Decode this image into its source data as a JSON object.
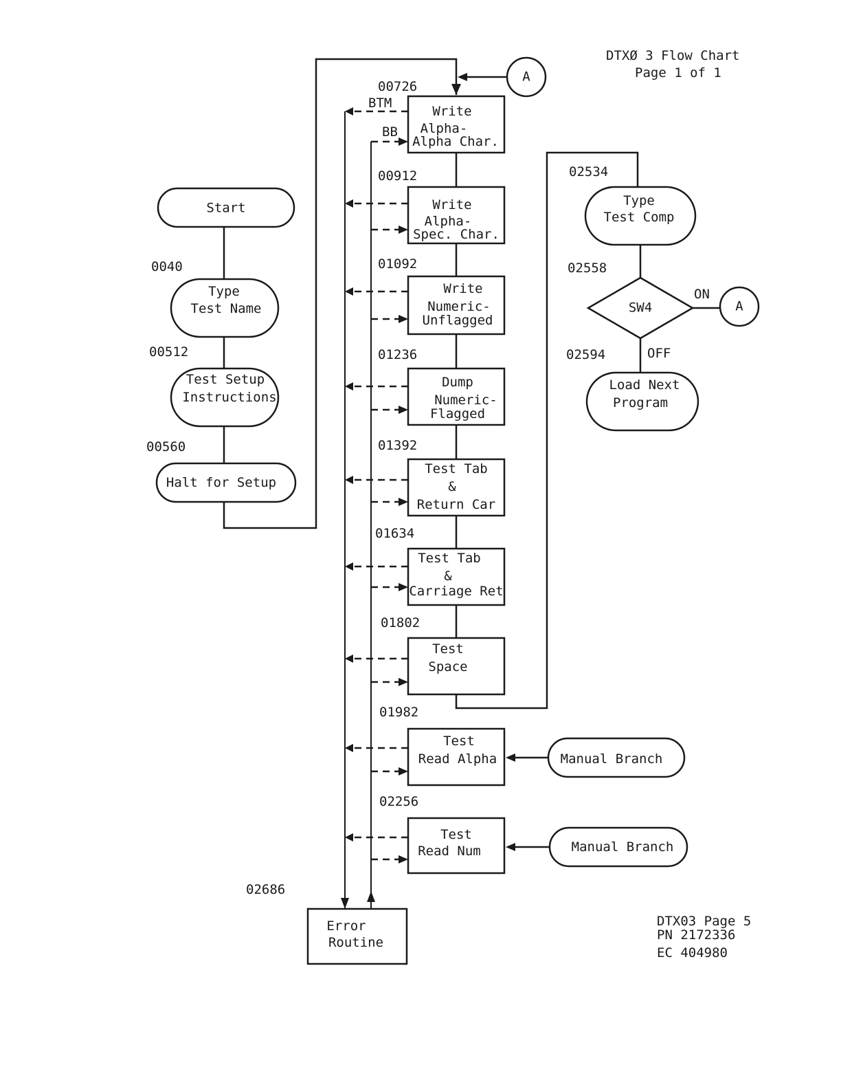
{
  "header": {
    "title": "DTXØ 3  Flow Chart",
    "page": "Page 1 of 1"
  },
  "footer": {
    "line1": "DTX03  Page 5",
    "line2": "PN 2172336",
    "line3": "EC 404980"
  },
  "left_column": {
    "start": "Start",
    "type_test_name": {
      "address": "0040",
      "line1": "Type",
      "line2": "Test Name"
    },
    "test_setup": {
      "address": "00512",
      "line1": "Test Setup",
      "line2": "Instructions"
    },
    "halt_setup": {
      "address": "00560",
      "label": "Halt for Setup"
    }
  },
  "main_column": {
    "write_alpha_alpha": {
      "address": "00726",
      "line1": "Write",
      "line2": "Alpha-",
      "line3": "Alpha Char.",
      "btm_label": "BTM",
      "bb_label": "BB"
    },
    "write_alpha_spec": {
      "address": "00912",
      "line1": "Write",
      "line2": "Alpha-",
      "line3": "Spec. Char."
    },
    "write_numeric_unflagged": {
      "address": "01092",
      "line1": "Write",
      "line2": "Numeric-",
      "line3": "Unflagged"
    },
    "dump_numeric_flagged": {
      "address": "01236",
      "line1": "Dump",
      "line2": "Numeric-",
      "line3": "Flagged"
    },
    "test_tab_return": {
      "address": "01392",
      "line1": "Test Tab",
      "line2": "&",
      "line3": "Return Car"
    },
    "test_tab_carriage": {
      "address": "01634",
      "line1": "Test Tab",
      "line2": "&",
      "line3": "Carriage Ret"
    },
    "test_space": {
      "address": "01802",
      "line1": "Test",
      "line2": "Space"
    },
    "test_read_alpha": {
      "address": "01982",
      "line1": "Test",
      "line2": "Read Alpha"
    },
    "test_read_num": {
      "address": "02256",
      "line1": "Test",
      "line2": "Read Num"
    }
  },
  "error_routine": {
    "address": "02686",
    "line1": "Error",
    "line2": "Routine"
  },
  "manual_branch_1": "Manual Branch",
  "manual_branch_2": "Manual Branch",
  "right_column": {
    "type_test_comp": {
      "address": "02534",
      "line1": "Type",
      "line2": "Test Comp"
    },
    "sw4": {
      "address": "02558",
      "label": "SW4",
      "on_label": "ON",
      "off_label": "OFF"
    },
    "load_next": {
      "address": "02594",
      "line1": "Load Next",
      "line2": "Program"
    }
  },
  "connector_a_top": "A",
  "connector_a_right": "A"
}
